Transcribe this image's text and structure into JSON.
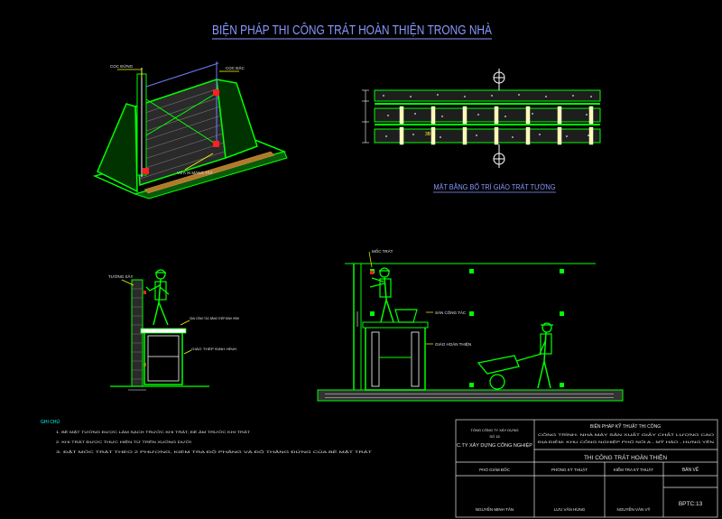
{
  "title": "BIỆN PHÁP THI CÔNG TRÁT HOÀN THIỆN TRONG NHÀ",
  "top_left_labels": {
    "label_a": "CỌC ĐỨNG",
    "label_b": "CỌC ĐẶC",
    "label_c": "VỮA XI MĂNG TẮT"
  },
  "plan_caption": "MẶT BẰNG BỐ TRÍ GIÁO TRÁT TƯỜNG",
  "plan_mark": "3B",
  "scaffold_left_labels": {
    "wall": "TƯỜNG XÂY",
    "plank": "SÀN CÔNG TÁC BẰNG THÉP ĐỊNH HÌNH",
    "frame": "GIÁO THÉP ĐỊNH HÌNH"
  },
  "scaffold_right_labels": {
    "marker": "MỐC TRÁT",
    "platform": "SÀN CÔNG TÁC",
    "frame": "GIÁO HOÀN THIỆN"
  },
  "notes": {
    "heading": "GHI CHÚ",
    "lines": [
      "1. BỀ MẶT TƯỜNG ĐƯỢC LÀM SẠCH TRƯỚC KHI TRÁT, ĐỂ ẨM TRƯỚC KHI TRÁT",
      "2. KHI TRÁT ĐƯỢC THỰC HIỆN TỪ TRÊN XUỐNG DƯỚI",
      "3. ĐẶT MỐC TRÁT THEO 2 PHƯƠNG, KIỂM TRA ĐỘ PHẲNG VÀ ĐỘ THẲNG ĐỨNG CỦA BỀ MẶT TRÁT"
    ]
  },
  "title_block": {
    "company_1": "TỔNG CÔNG TY XÂY DỰNG",
    "company_2": "SỐ 15",
    "company_3": "C.TY XÂY DỰNG CÔNG NGHIỆP",
    "project_head": "BIỆN PHÁP KỸ THUẬT THI CÔNG",
    "project_rows": [
      "CÔNG TRÌNH: NHÀ MÁY SẢN XUẤT GIẤY CHẤT LƯỢNG CAO",
      "ĐỊA ĐIỂM: KHU CÔNG NGHIỆP PHỐ NỐI A - MỸ HÀO - HƯNG YÊN"
    ],
    "drawing_name": "THI CÔNG TRÁT HOÀN THIỆN",
    "roles": [
      "PHÓ GIÁM ĐỐC",
      "PHÒNG KỸ THUẬT",
      "KIỂM TRA KỸ THUẬT",
      "BẢN VẼ"
    ],
    "names": [
      "NGUYỄN MINH TÂN",
      "LƯU VĂN HÙNG",
      "NGUYỄN VĂN VỸ"
    ],
    "sheet": "BPTC:13"
  }
}
